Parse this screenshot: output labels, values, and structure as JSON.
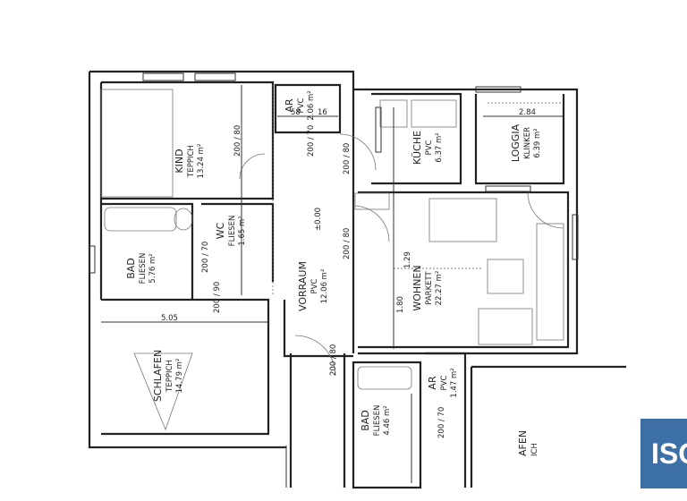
{
  "plan": {
    "rooms": [
      {
        "name": "KIND",
        "floor": "TEPPICH",
        "area": "13.24 m²"
      },
      {
        "name": "AR",
        "floor": "PVC",
        "area": "2.06 m²"
      },
      {
        "name": "KÜCHE",
        "floor": "PVC",
        "area": "6.37 m²"
      },
      {
        "name": "LOGGIA",
        "floor": "KLINKER",
        "area": "6.39 m²"
      },
      {
        "name": "WC",
        "floor": "FLIESEN",
        "area": "1.65 m²"
      },
      {
        "name": "BAD",
        "floor": "FLIESEN",
        "area": "5.76 m²"
      },
      {
        "name": "VORRAUM",
        "floor": "PVC",
        "area": "12.06 m²"
      },
      {
        "name": "WOHNEN",
        "floor": "PARKETT",
        "area": "22.27 m²"
      },
      {
        "name": "SCHLAFEN",
        "floor": "TEPPICH",
        "area": "14.79 m²"
      },
      {
        "name": "BAD",
        "floor": "FLIESEN",
        "area": "4.46 m²"
      },
      {
        "name": "AR",
        "floor": "PVC",
        "area": "1.47 m²"
      },
      {
        "name": "AFEN",
        "floor": "ICH",
        "area": ""
      }
    ],
    "level": "±0.00",
    "door_labels": [
      "200 / 80",
      "200 / 80",
      "200 / 80",
      "200 / 70",
      "200 / 70",
      "200 / 90",
      "200 / 80",
      "200 / 70"
    ],
    "dimensions": [
      "58",
      "16",
      "2.84",
      "5.05",
      "1.80",
      "1.29"
    ]
  },
  "logo": {
    "text": "ISO",
    "color": "#3d70a6"
  }
}
